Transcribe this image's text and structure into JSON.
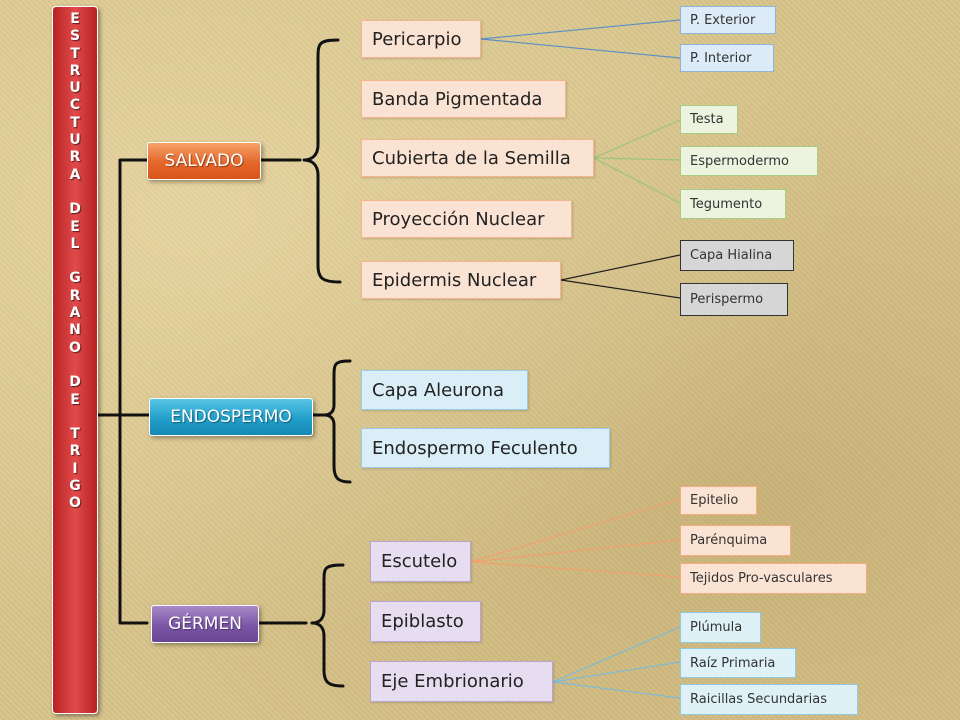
{
  "title_letters": [
    "E",
    "S",
    "T",
    "R",
    "U",
    "C",
    "T",
    "U",
    "R",
    "A",
    "",
    "D",
    "E",
    "L",
    "",
    "G",
    "R",
    "A",
    "N",
    "O",
    "",
    "D",
    "E",
    "",
    "T",
    "R",
    "I",
    "G",
    "O"
  ],
  "categories": {
    "salvado": "SALVADO",
    "endospermo": "ENDOSPERMO",
    "germen": "GÉRMEN"
  },
  "salvado": {
    "pericarpio": "Pericarpio",
    "banda": "Banda Pigmentada",
    "cubierta": "Cubierta de la Semilla",
    "proyeccion": "Proyección Nuclear",
    "epidermis": "Epidermis Nuclear",
    "p_exterior": "P. Exterior",
    "p_interior": "P. Interior",
    "testa": "Testa",
    "espermodermo": "Espermodermo",
    "tegumento": "Tegumento",
    "capa_hialina": "Capa Hialina",
    "perispermo": "Perispermo"
  },
  "endospermo": {
    "aleurona": "Capa Aleurona",
    "feculento": "Endospermo Feculento"
  },
  "germen": {
    "escutelo": "Escutelo",
    "epiblasto": "Epiblasto",
    "eje": "Eje Embrionario",
    "epitelio": "Epitelio",
    "parenquima": "Parénquima",
    "tejidos": "Tejidos Pro-vasculares",
    "plumula": "Plúmula",
    "raiz": "Raíz Primaria",
    "raicillas": "Raicillas Secundarias"
  },
  "colors": {
    "title_red": "#c62828",
    "salvado_orange": "#e4662a",
    "endospermo_blue": "#219ec9",
    "germen_purple": "#7b56a6",
    "connector": "#111111"
  }
}
